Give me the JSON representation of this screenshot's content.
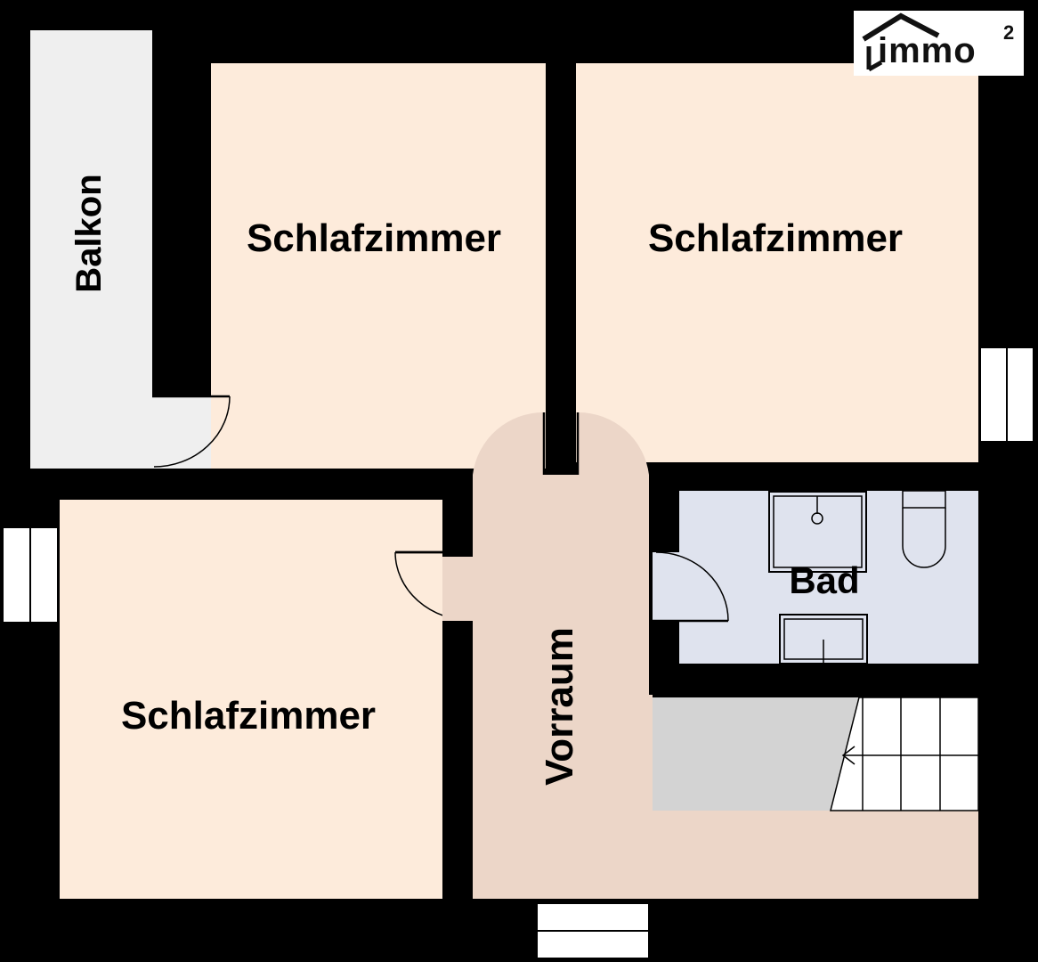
{
  "logo": {
    "text": "immo",
    "superscript": "2",
    "icon": "house-roof-icon"
  },
  "rooms": {
    "balcony": {
      "label": "Balkon",
      "color": "#efefef"
    },
    "bedroom_top_left": {
      "label": "Schlafzimmer",
      "color": "#fdebdb"
    },
    "bedroom_top_right": {
      "label": "Schlafzimmer",
      "color": "#fdebdb"
    },
    "bedroom_bottom_left": {
      "label": "Schlafzimmer",
      "color": "#fdebdb"
    },
    "hallway": {
      "label": "Vorraum",
      "color": "#ecd6c8"
    },
    "bathroom": {
      "label": "Bad",
      "color": "#dfe3ee"
    },
    "storage": {
      "color": "#d3d3d3"
    }
  },
  "colors": {
    "wall": "#000000",
    "window": "#ffffff",
    "door_line": "#000000"
  }
}
